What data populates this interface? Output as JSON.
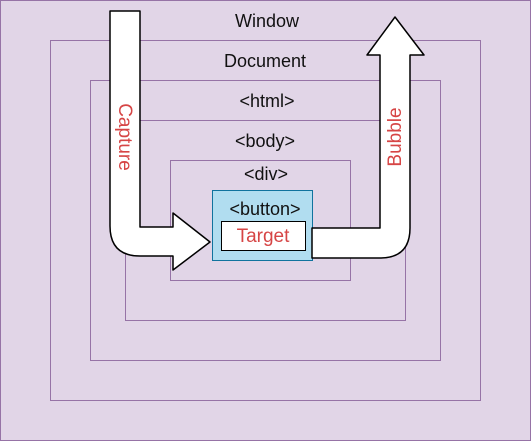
{
  "layers": {
    "window": "Window",
    "document": "Document",
    "html": "<html>",
    "body": "<body>",
    "div": "<div>",
    "button": "<button>",
    "target": "Target"
  },
  "phases": {
    "capture": "Capture",
    "bubble": "Bubble"
  },
  "colors": {
    "background": "#e1d5e7",
    "border": "#9673a6",
    "button_fill": "#b1ddf0",
    "button_border": "#10739e",
    "accent_text": "#d64545",
    "arrow_fill": "#ffffff",
    "arrow_stroke": "#000000"
  }
}
